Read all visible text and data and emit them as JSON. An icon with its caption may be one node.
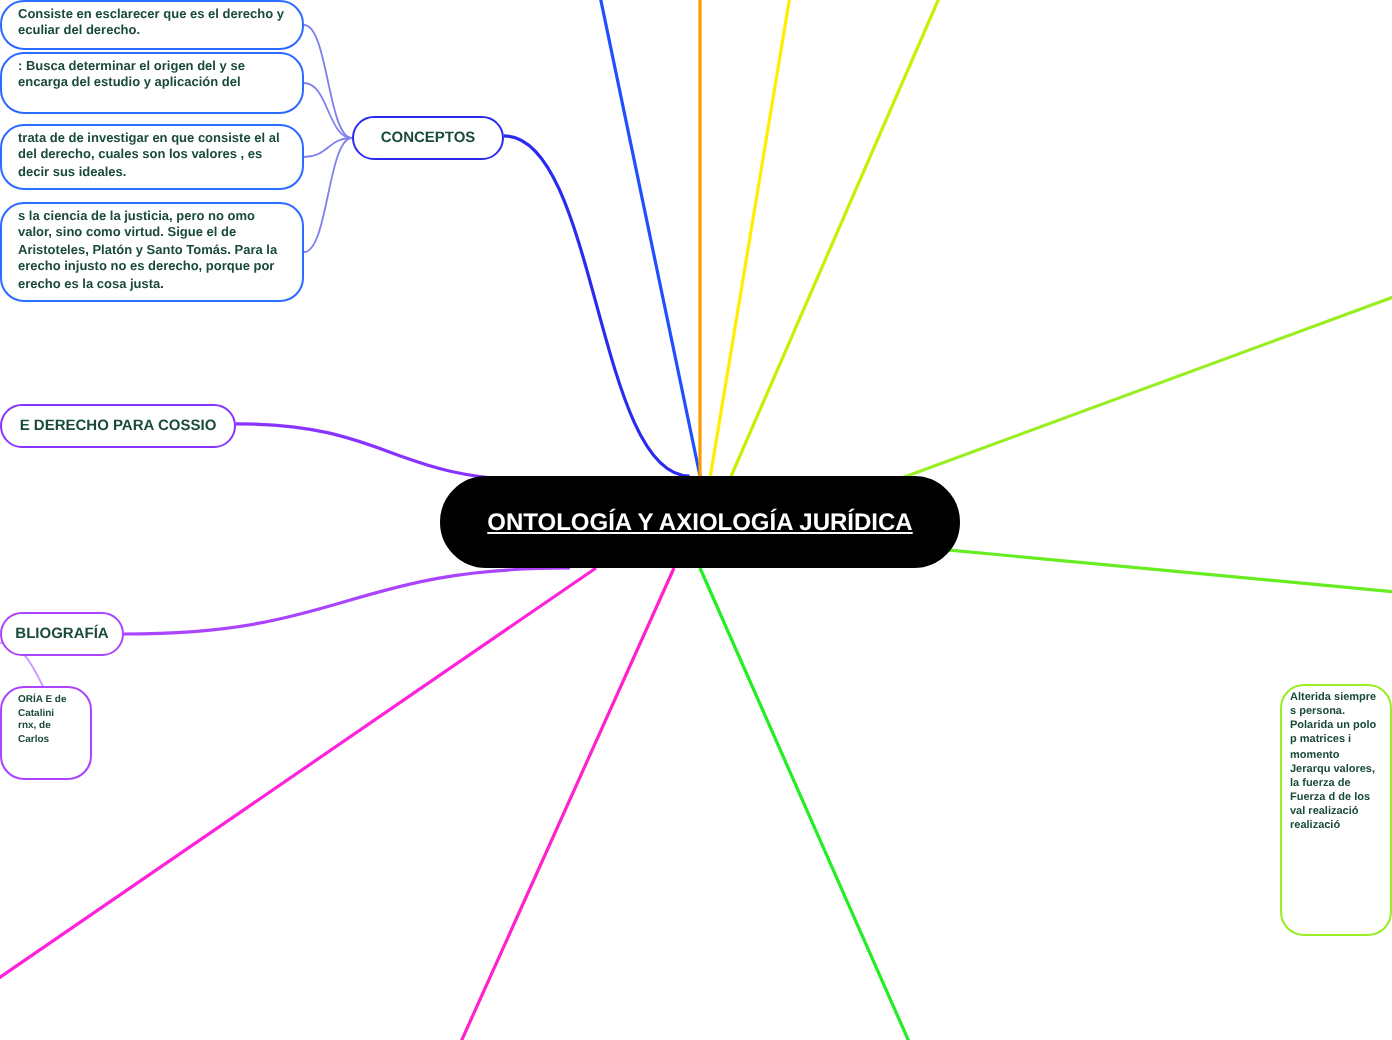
{
  "diagram": {
    "nodes": [
      {
        "text": [
          "ONTOLOGÍA Y AXIOLOGÍA JURÍDICA"
        ]
      },
      {
        "text": [
          "CONCEPTOS"
        ]
      },
      {
        "text": [
          "Consiste en esclarecer que es el derecho y eculiar del derecho."
        ]
      },
      {
        "text": [
          ": Busca determinar el origen del y se encarga del estudio y aplicación del"
        ]
      },
      {
        "text": [
          "trata de de investigar en que consiste el al del derecho, cuales son los valores , es decir sus ideales."
        ]
      },
      {
        "text": [
          "s la ciencia de la justicia, pero no omo valor, sino como virtud. Sigue el de Aristoteles, Platón y Santo Tomás. Para la erecho injusto no es derecho, porque por erecho es la cosa justa."
        ]
      },
      {
        "text": [
          "E DERECHO PARA COSSIO"
        ]
      },
      {
        "text": [
          "BLIOGRAFÍA"
        ]
      },
      {
        "text": [
          "ORÍA E de Catalini rnx, de Carlos"
        ]
      },
      {
        "text": [
          "Alterida siempre s persona. Polarida un polo p matrices i momento Jerarqu valores, la fuerza de Fuerza d de los val realizació realizació"
        ]
      }
    ],
    "edges": [
      {
        "from": 0,
        "to": 1,
        "arrow": "none",
        "color": "#2b2bf0"
      },
      {
        "from": 1,
        "to": 2,
        "arrow": "none",
        "color": "#8080f0"
      },
      {
        "from": 1,
        "to": 3,
        "arrow": "none",
        "color": "#8080f0"
      },
      {
        "from": 1,
        "to": 4,
        "arrow": "none",
        "color": "#8080f0"
      },
      {
        "from": 1,
        "to": 5,
        "arrow": "none",
        "color": "#8080f0"
      },
      {
        "from": 0,
        "to": null,
        "arrow": "none",
        "color": "#1f4fff"
      },
      {
        "from": 0,
        "to": null,
        "arrow": "none",
        "color": "#ff9900"
      },
      {
        "from": 0,
        "to": null,
        "arrow": "none",
        "color": "#ffee00"
      },
      {
        "from": 0,
        "to": null,
        "arrow": "none",
        "color": "#ccee00"
      },
      {
        "from": 0,
        "to": null,
        "arrow": "none",
        "color": "#99ee22"
      },
      {
        "from": 0,
        "to": null,
        "arrow": "none",
        "color": "#66ee22"
      },
      {
        "from": 0,
        "to": null,
        "arrow": "none",
        "color": "#22ee22"
      },
      {
        "from": 0,
        "to": null,
        "arrow": "none",
        "color": "#ff22cc"
      },
      {
        "from": 0,
        "to": null,
        "arrow": "none",
        "color": "#ff22dd"
      },
      {
        "from": 0,
        "to": 6,
        "arrow": "none",
        "color": "#8833ff"
      },
      {
        "from": 0,
        "to": 7,
        "arrow": "none",
        "color": "#aa44ff"
      },
      {
        "from": 7,
        "to": 8,
        "arrow": "none",
        "color": "#cc99ff"
      }
    ]
  }
}
